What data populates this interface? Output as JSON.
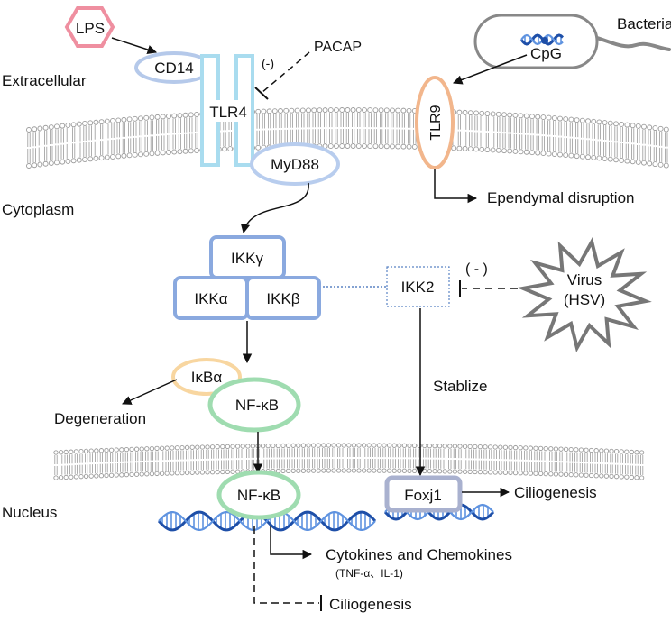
{
  "regions": {
    "extracellular": "Extracellular",
    "cytoplasm": "Cytoplasm",
    "nucleus": "Nucleus"
  },
  "nodes": {
    "lps": "LPS",
    "cd14": "CD14",
    "tlr4": "TLR4",
    "pacap": "PACAP",
    "pacap_effect": "(-)",
    "myd88": "MyD88",
    "bacteria": "Bacteria",
    "cpg": "CpG",
    "tlr9": "TLR9",
    "ependymal": "Ependymal disruption",
    "ikk_gamma": "IKKγ",
    "ikk_alpha": "IKKα",
    "ikk_beta": "IKKβ",
    "ikk2": "IKK2",
    "virus_effect": "( - )",
    "virus_line1": "Virus",
    "virus_line2": "(HSV)",
    "ikba": "IκBα",
    "nfkb_cyto": "NF-κB",
    "degeneration": "Degeneration",
    "stabilize": "Stablize",
    "nfkb_nuc": "NF-κB",
    "foxj1": "Foxj1",
    "ciliogenesis_right": "Ciliogenesis",
    "cytokines": "Cytokines and Chemokines",
    "cytokines_sub": "(TNF-α、IL-1)",
    "ciliogenesis_bottom": "Ciliogenesis"
  },
  "colors": {
    "membrane_line": "#9a9a9a",
    "lipid_head": "#ffffff",
    "lps": "#ef8fa0",
    "cd14": "#b5c9ea",
    "tlr4": "#a9dcef",
    "myd88": "#b8cdee",
    "tlr9": "#f2b68c",
    "ikk": "#8aa9df",
    "ikk2_border": "#5b84c4",
    "ikba": "#f8d6a0",
    "nfkb": "#9fdcb0",
    "foxj1": "#a9b1cf",
    "dna_dark": "#1e4fa8",
    "dna_light": "#5f93e0",
    "virus": "#777777"
  }
}
